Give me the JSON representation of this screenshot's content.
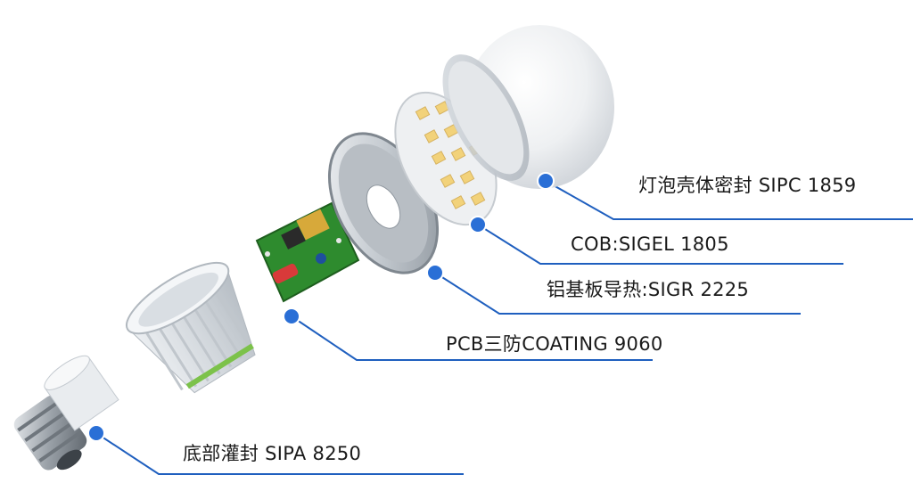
{
  "callouts": [
    {
      "id": "bulb-cover",
      "text": "灯泡壳体密封 SIPC 1859"
    },
    {
      "id": "cob",
      "text": "COB:SIGEL 1805"
    },
    {
      "id": "aluminum-board",
      "text": "铝基板导热:SIGR 2225"
    },
    {
      "id": "pcb",
      "text": "PCB三防COATING 9060"
    },
    {
      "id": "base",
      "text": "底部灌封 SIPA 8250"
    }
  ],
  "colors": {
    "leader_line": "#1f5fbf",
    "dot": "#2a6fd6",
    "pcb_green": "#2e8b2e",
    "led_yellow": "#f2d27a",
    "accent_green": "#7cc24a"
  },
  "icons": [
    "bulb-dome",
    "led-cob-board",
    "aluminum-heat-plate",
    "pcb-driver-board",
    "heatsink-housing",
    "screw-base"
  ]
}
